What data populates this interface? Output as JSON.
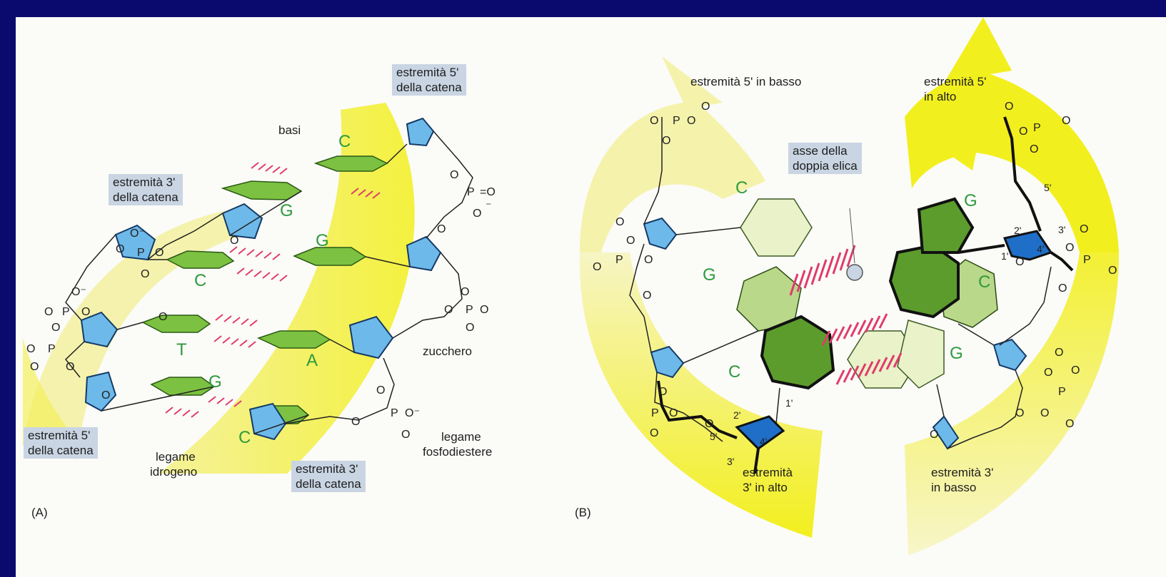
{
  "panel_a": {
    "letter": "(A)",
    "labels": {
      "five_prime_top_1": "estremità 5'",
      "five_prime_top_2": "della catena",
      "three_prime_left_1": "estremità 3'",
      "three_prime_left_2": "della catena",
      "five_prime_bottom_1": "estremità 5'",
      "five_prime_bottom_2": "della catena",
      "three_prime_bottom_1": "estremità 3'",
      "three_prime_bottom_2": "della catena",
      "bases": "basi",
      "sugar": "zucchero",
      "phospho_1": "legame",
      "phospho_2": "fosfodiestere",
      "hydrogen_1": "legame",
      "hydrogen_2": "idrogeno"
    },
    "bases": {
      "top_right": "C",
      "top_left": "G",
      "row2_right": "G",
      "row2_left": "C",
      "row3_left": "T",
      "row3_right": "A",
      "row4_left": "G",
      "row4_right": "C"
    }
  },
  "panel_b": {
    "letter": "(B)",
    "labels": {
      "five_prime_down": "estremità 5' in basso",
      "five_prime_up_1": "estremità 5'",
      "five_prime_up_2": "in alto",
      "axis_1": "asse della",
      "axis_2": "doppia elica",
      "three_prime_up_1": "estremità",
      "three_prime_up_2": "3' in alto",
      "three_prime_down_1": "estremità 3'",
      "three_prime_down_2": "in basso"
    },
    "bases": {
      "left_top": "C",
      "left_mid": "G",
      "left_low": "C",
      "right_top": "G",
      "right_mid": "C",
      "right_low": "G"
    }
  },
  "colors": {
    "background": "#0a0a6e",
    "paper": "#fbfbf8",
    "yellow": "#f2ef1e",
    "pale_yellow": "#f6f3a6",
    "base_green": "#7cc141",
    "dark_green": "#5c9c2c",
    "pale_green": "#cfe4a0",
    "sugar_blue": "#6db9ea",
    "dark_blue": "#1f6fc8",
    "hbond_pink": "#e03a6e",
    "label_box": "#c9d5e3",
    "base_text": "#2e9a3e"
  }
}
